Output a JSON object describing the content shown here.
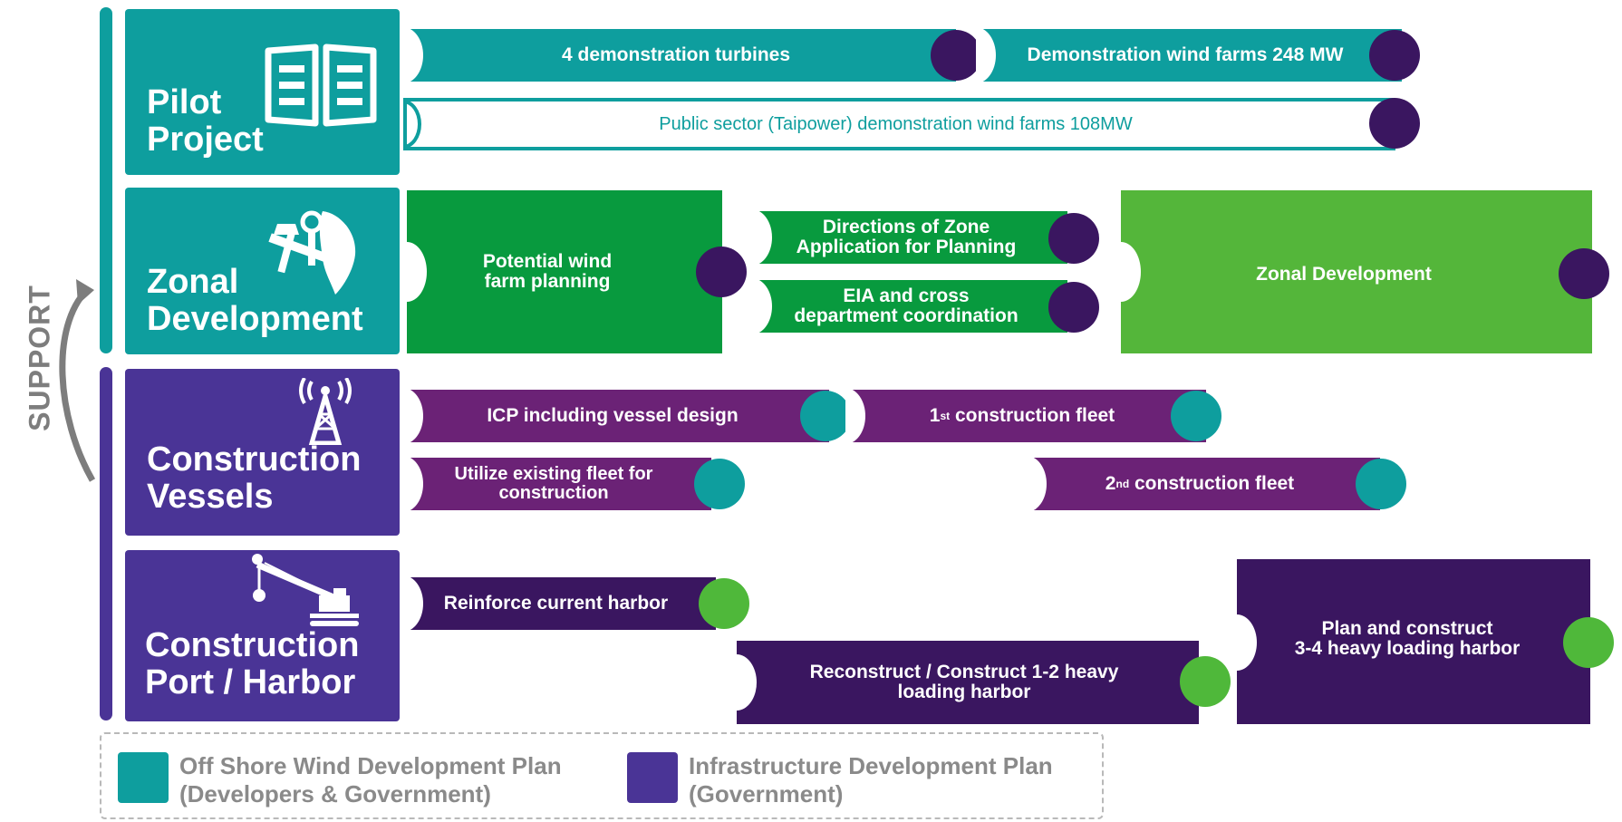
{
  "side_label": "SUPPORT",
  "colors": {
    "teal": "#0e9e9e",
    "purple": "#4a3496",
    "dark_purple": "#3a1660",
    "magenta_purple": "#6b2276",
    "green": "#089a3e",
    "light_green": "#54b63a",
    "bright_green": "#4fb83a",
    "gray": "#7d7d7d"
  },
  "categories": {
    "pilot": {
      "label": "Pilot\nProject",
      "icon": "book-icon"
    },
    "zonal": {
      "label": "Zonal\nDevelopment",
      "icon": "tools-taiwan-icon"
    },
    "vessels": {
      "label": "Construction\nVessels",
      "icon": "signal-tower-icon"
    },
    "port": {
      "label": "Construction\nPort / Harbor",
      "icon": "crane-icon"
    }
  },
  "items": {
    "demo_turbines": "4 demonstration turbines",
    "demo_farms": "Demonstration wind farms 248 MW",
    "public_sector": "Public sector (Taipower) demonstration wind farms 108MW",
    "potential_planning": "Potential wind\nfarm planning",
    "zone_directions": "Directions of Zone\nApplication for Planning",
    "eia": "EIA and cross\ndepartment coordination",
    "zonal_dev": "Zonal Development",
    "icp": "ICP including vessel design",
    "fleet1_prefix": "1",
    "fleet1_sup": "st",
    "fleet1_suffix": " construction fleet",
    "utilize_fleet": "Utilize existing fleet for\nconstruction",
    "fleet2_prefix": "2",
    "fleet2_sup": "nd",
    "fleet2_suffix": " construction fleet",
    "reinforce": "Reinforce current harbor",
    "reconstruct": "Reconstruct / Construct 1-2 heavy\nloading harbor",
    "plan_construct": "Plan and construct\n3-4 heavy loading harbor"
  },
  "legend": {
    "offshore": "Off Shore Wind Development Plan\n(Developers & Government)",
    "infrastructure": "Infrastructure Development Plan\n(Government)"
  }
}
